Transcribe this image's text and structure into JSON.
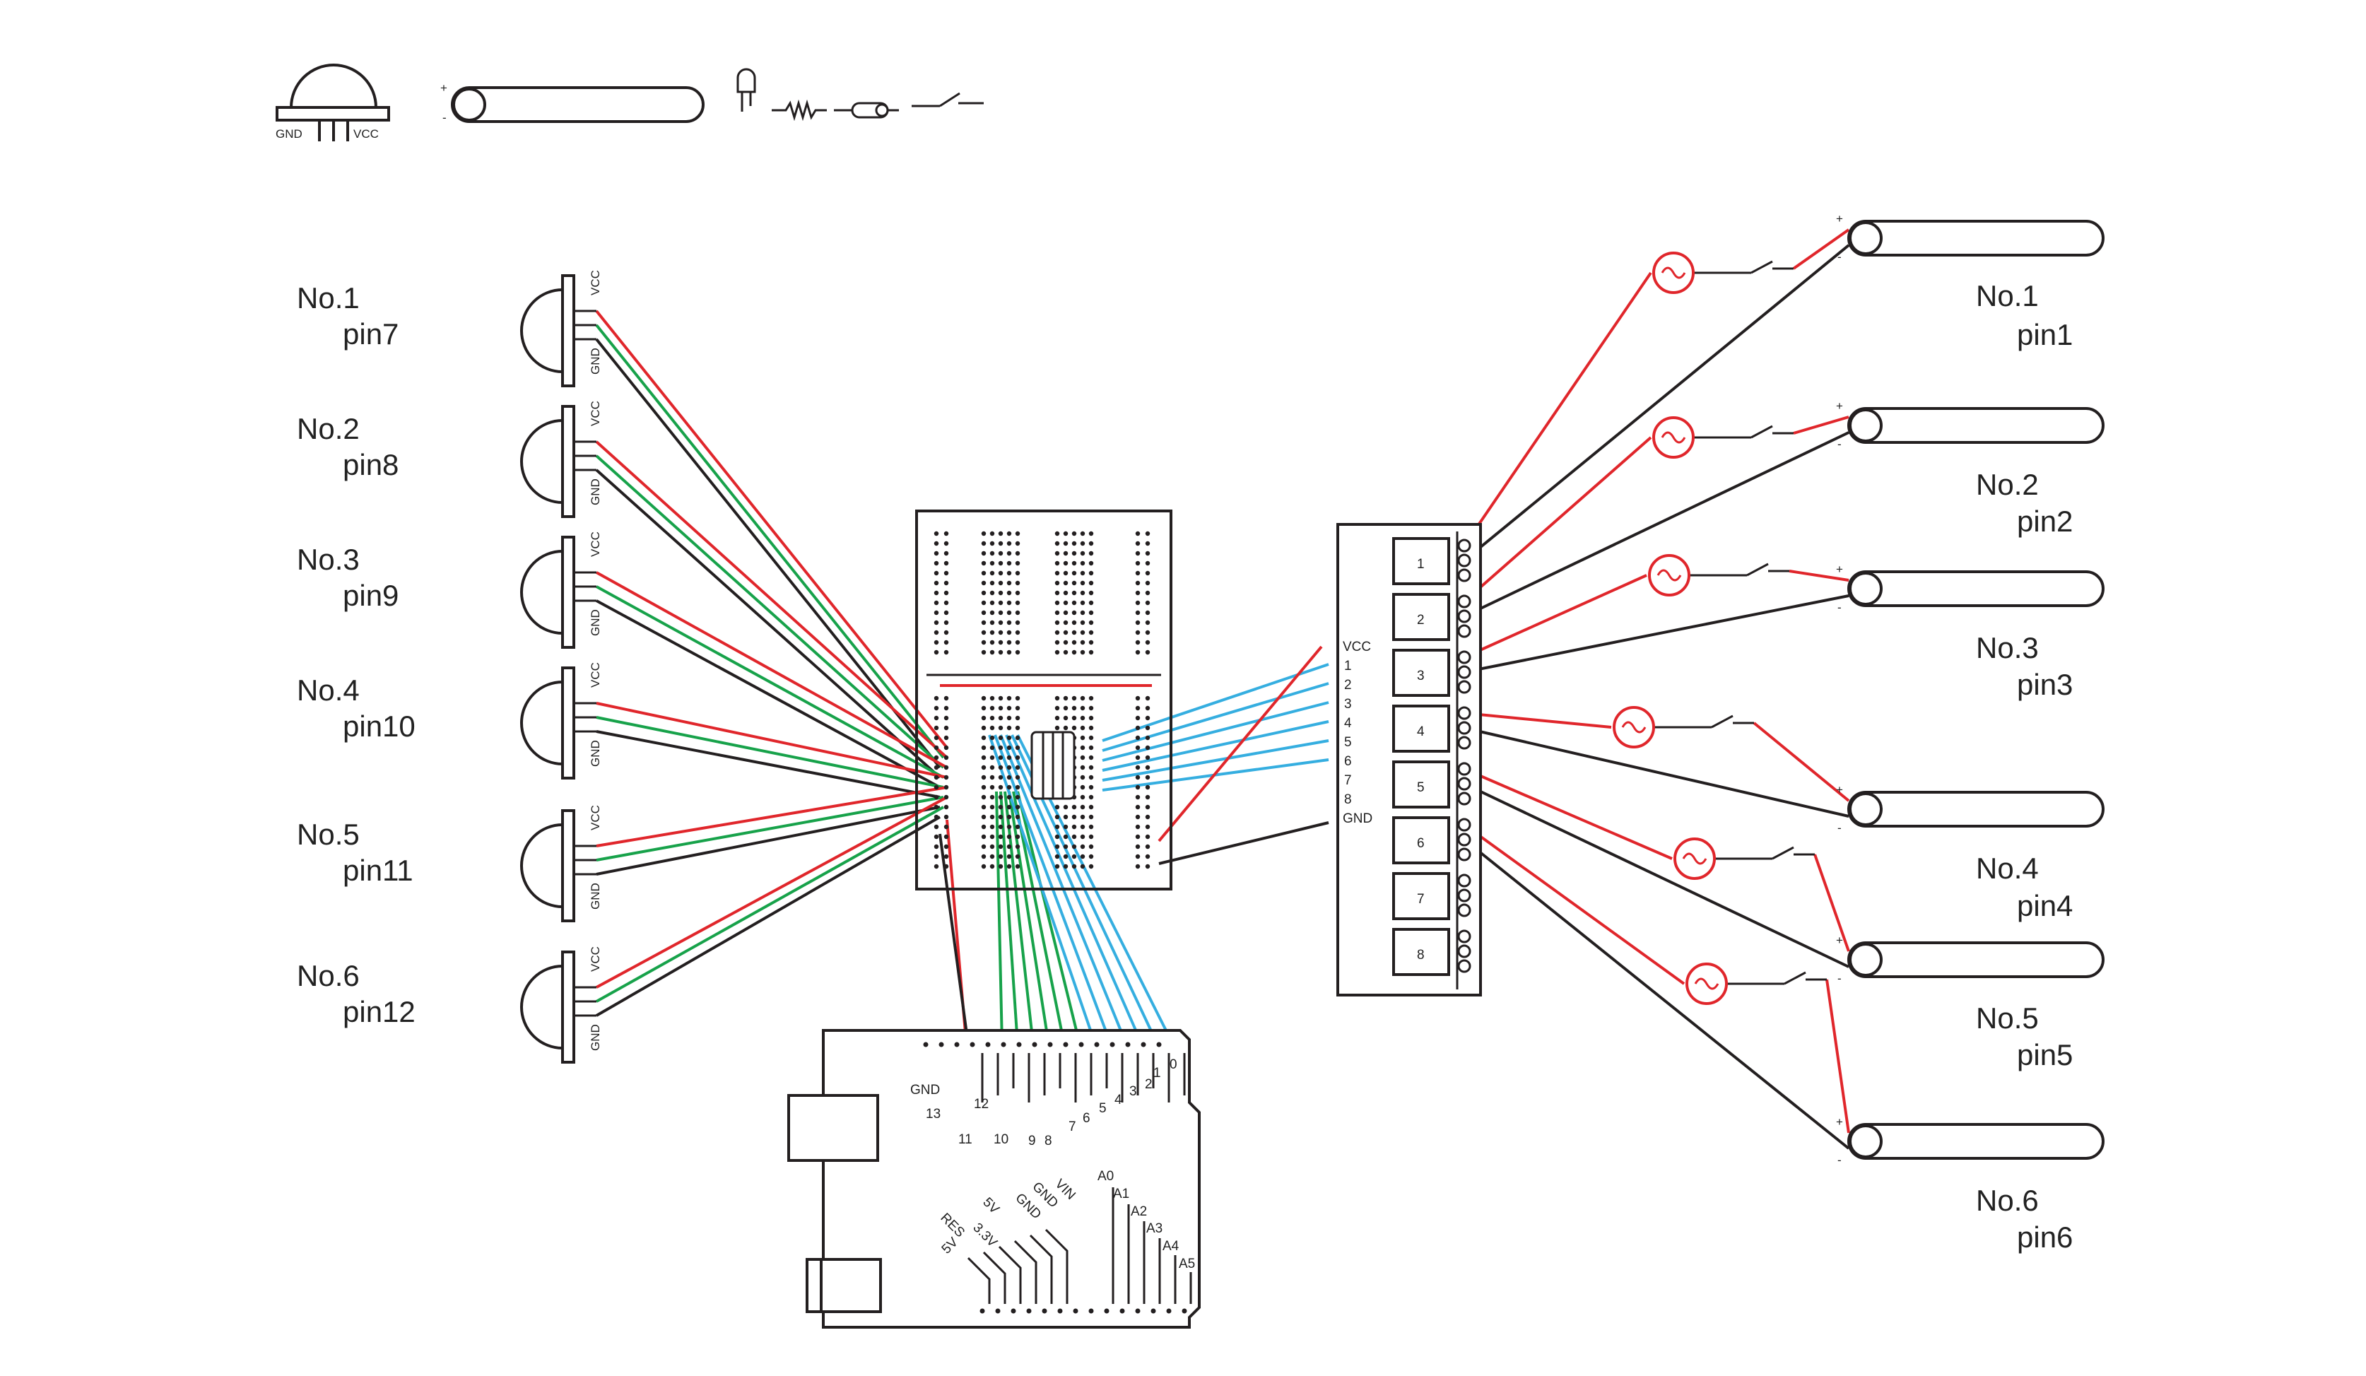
{
  "legend": {
    "pir_gnd": "GND",
    "pir_vcc": "VCC",
    "tube_plus": "+",
    "tube_minus": "-",
    "items": [
      "pir-sensor-icon",
      "light-tube-icon",
      "led-icon",
      "resistor-icon",
      "fuse-icon",
      "switch-icon"
    ]
  },
  "sensors": [
    {
      "no": "No.1",
      "pin": "pin7"
    },
    {
      "no": "No.2",
      "pin": "pin8"
    },
    {
      "no": "No.3",
      "pin": "pin9"
    },
    {
      "no": "No.4",
      "pin": "pin10"
    },
    {
      "no": "No.5",
      "pin": "pin11"
    },
    {
      "no": "No.6",
      "pin": "pin12"
    }
  ],
  "sensor_pin_labels": {
    "vcc": "VCC",
    "gnd": "GND"
  },
  "relay_module": {
    "inputs": [
      "VCC",
      "1",
      "2",
      "3",
      "4",
      "5",
      "6",
      "7",
      "8",
      "GND"
    ],
    "channels": [
      "1",
      "2",
      "3",
      "4",
      "5",
      "6",
      "7",
      "8"
    ]
  },
  "lamps": [
    {
      "no": "No.1",
      "pin": "pin1"
    },
    {
      "no": "No.2",
      "pin": "pin2"
    },
    {
      "no": "No.3",
      "pin": "pin3"
    },
    {
      "no": "No.4",
      "pin": "pin4"
    },
    {
      "no": "No.5",
      "pin": "pin5"
    },
    {
      "no": "No.6",
      "pin": "pin6"
    }
  ],
  "arduino": {
    "digital": [
      "GND",
      "13",
      "12",
      "11",
      "10",
      "9",
      "8",
      "7",
      "6",
      "5",
      "4",
      "3",
      "2",
      "1",
      "0"
    ],
    "power": [
      "RES",
      "5V",
      "3.3V",
      "5V",
      "GND",
      "GND",
      "VIN"
    ],
    "analog": [
      "A0",
      "A1",
      "A2",
      "A3",
      "A4",
      "A5"
    ]
  },
  "colors": {
    "vcc_wire": "#e0262b",
    "gnd_wire": "#231f20",
    "signal_wire": "#17a24a",
    "relay_signal_wire": "#35aee0",
    "outline": "#231f20"
  }
}
